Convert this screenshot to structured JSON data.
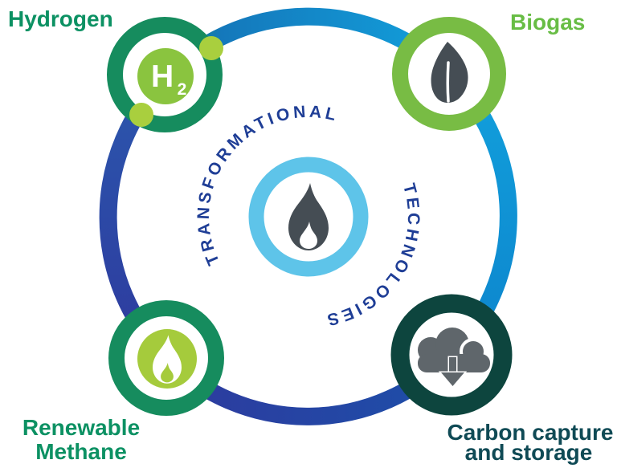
{
  "title": {
    "arc_top": "TRANSFORMATIONAL",
    "arc_right": "TECHNOLOGIES",
    "color": "#1f3e96"
  },
  "center_hub": {
    "icon": "flame-icon",
    "ring_color": "#5ec4e9",
    "icon_color": "#454d54"
  },
  "outer_ring": {
    "gradients": {
      "top": {
        "from": "#169067",
        "mid": "#1478bb",
        "to": "#12a0dc"
      },
      "right": {
        "from": "#12a0dc",
        "to": "#0d85cd"
      },
      "bottom": {
        "from": "#1d4fa9",
        "to": "#2e3a9e"
      },
      "left": {
        "from": "#2e3a9e",
        "to": "#2b57ad"
      }
    }
  },
  "nodes": {
    "hydrogen": {
      "label": "Hydrogen",
      "symbol": "H",
      "symbol_subscript": "2",
      "label_color": "#0c9163",
      "ring_color": "#168c5e",
      "disc_color": "#8ac43f",
      "dot_color": "#a9cf3e"
    },
    "biogas": {
      "label": "Biogas",
      "label_color": "#68bd45",
      "ring_color": "#78bc44",
      "icon": "leaf-icon",
      "icon_color": "#454d54"
    },
    "renewable_methane": {
      "label_line1": "Renewable",
      "label_line2": "Methane",
      "label_color": "#0c9163",
      "ring_color": "#168c5e",
      "disc_color": "#a5cb3c",
      "icon": "flame-icon"
    },
    "carbon_capture": {
      "label_line1": "Carbon capture",
      "label_line2": "and storage",
      "label_color": "#0f4a55",
      "ring_color": "#0d453e",
      "icon": "cloud-download-arrow-icon",
      "icon_color": "#5f666b"
    }
  }
}
